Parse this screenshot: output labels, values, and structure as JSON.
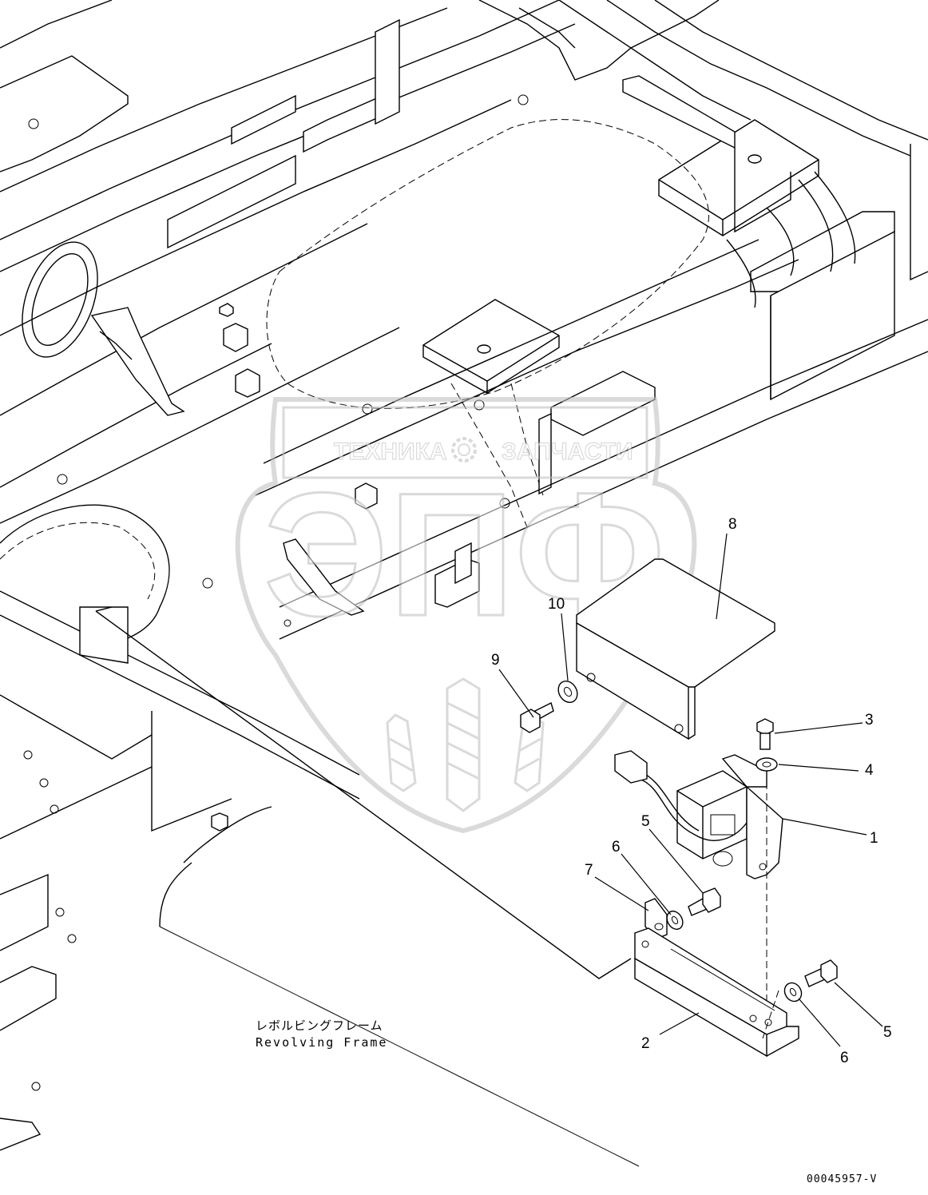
{
  "diagram": {
    "frame_label_jp": "レボルビングフレーム",
    "frame_label_en": "Revolving Frame",
    "drawing_code": "00045957-V",
    "callouts": [
      {
        "id": "callout-1",
        "text": "1"
      },
      {
        "id": "callout-2",
        "text": "2"
      },
      {
        "id": "callout-3",
        "text": "3"
      },
      {
        "id": "callout-4",
        "text": "4"
      },
      {
        "id": "callout-5a",
        "text": "5"
      },
      {
        "id": "callout-5b",
        "text": "5"
      },
      {
        "id": "callout-6a",
        "text": "6"
      },
      {
        "id": "callout-6b",
        "text": "6"
      },
      {
        "id": "callout-7",
        "text": "7"
      },
      {
        "id": "callout-8",
        "text": "8"
      },
      {
        "id": "callout-9",
        "text": "9"
      },
      {
        "id": "callout-10",
        "text": "10"
      }
    ]
  },
  "watermark": {
    "left_word": "ТЕХНИКА",
    "right_word": "ЗАПЧАСТИ",
    "monogram": "ЭПФ",
    "icon": "gear-icon",
    "color": "#bdbdbd"
  }
}
